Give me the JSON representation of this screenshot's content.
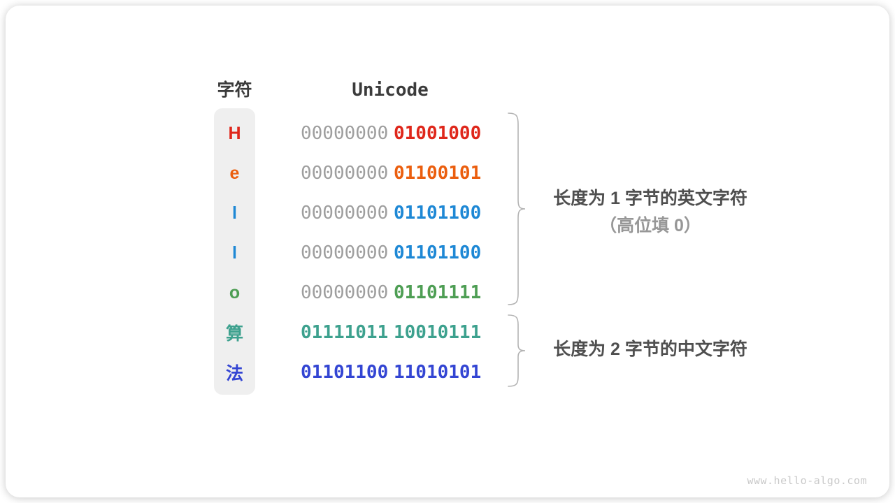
{
  "figure": {
    "watermark": "www.hello-algo.com"
  },
  "table": {
    "headers": {
      "char": "字符",
      "unicode": "Unicode"
    },
    "muted_bit_color": "#9e9e9e",
    "rows": [
      {
        "char": "H",
        "color": "#df271b",
        "bytes": [
          "00000000",
          "01001000"
        ],
        "muted_first_byte": true
      },
      {
        "char": "e",
        "color": "#eb5e0e",
        "bytes": [
          "00000000",
          "01100101"
        ],
        "muted_first_byte": true
      },
      {
        "char": "l",
        "color": "#1e88d5",
        "bytes": [
          "00000000",
          "01101100"
        ],
        "muted_first_byte": true
      },
      {
        "char": "l",
        "color": "#1e88d5",
        "bytes": [
          "00000000",
          "01101100"
        ],
        "muted_first_byte": true
      },
      {
        "char": "o",
        "color": "#4e9e54",
        "bytes": [
          "00000000",
          "01101111"
        ],
        "muted_first_byte": true
      },
      {
        "char": "算",
        "color": "#3da18e",
        "bytes": [
          "01111011",
          "10010111"
        ],
        "muted_first_byte": false
      },
      {
        "char": "法",
        "color": "#3345d3",
        "bytes": [
          "01101100",
          "11010101"
        ],
        "muted_first_byte": false
      }
    ]
  },
  "annotations": {
    "english_group": {
      "line1": "长度为 1 字节的英文字符",
      "line2": "（高位填 0）"
    },
    "chinese_group": {
      "line1": "长度为 2 字节的中文字符"
    }
  }
}
